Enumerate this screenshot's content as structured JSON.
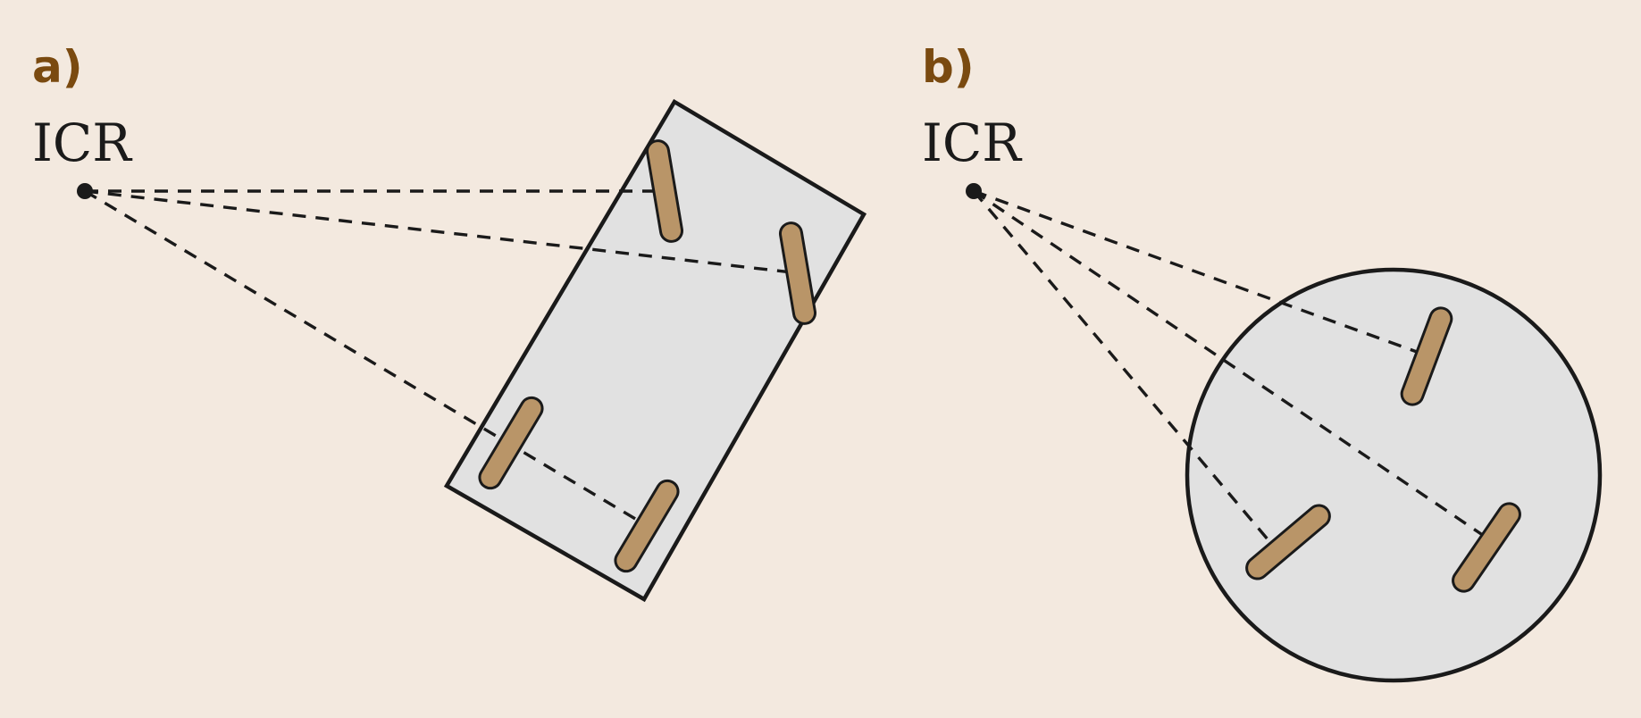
{
  "panels": [
    {
      "label": "a)",
      "icr_label": "ICR"
    },
    {
      "label": "b)",
      "icr_label": "ICR"
    }
  ],
  "colors": {
    "background": "#f3e9df",
    "body_fill": "#e1e1e1",
    "wheel_fill": "#b99568",
    "outline": "#1a1a1a",
    "panel_label": "#7a4a10"
  }
}
